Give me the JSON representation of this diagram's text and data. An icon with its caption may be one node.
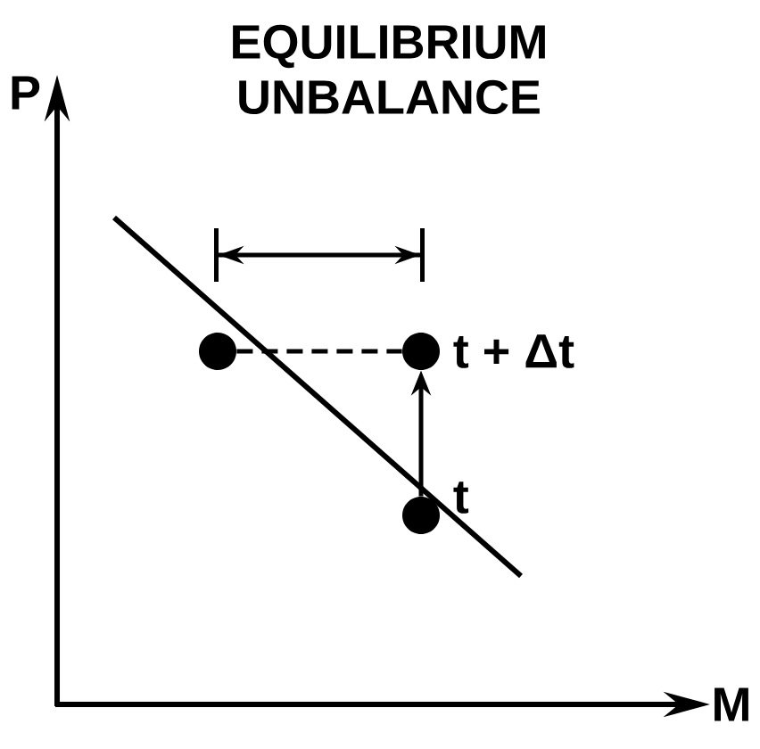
{
  "diagram": {
    "title": "EQUILIBRIUM UNBALANCE",
    "nodes": [
      {
        "text": [],
        "shape": "circle"
      },
      {
        "text": [],
        "shape": "circle",
        "beside": [
          "t + Δt"
        ]
      },
      {
        "text": [],
        "shape": "circle",
        "beside": [
          "t"
        ]
      }
    ],
    "edges": [
      {
        "from": 0,
        "to": 1,
        "arrow": "none",
        "style": "dashed"
      },
      {
        "from": 2,
        "to": 1,
        "arrow": "to"
      }
    ],
    "labels": [
      "P",
      "M"
    ]
  }
}
